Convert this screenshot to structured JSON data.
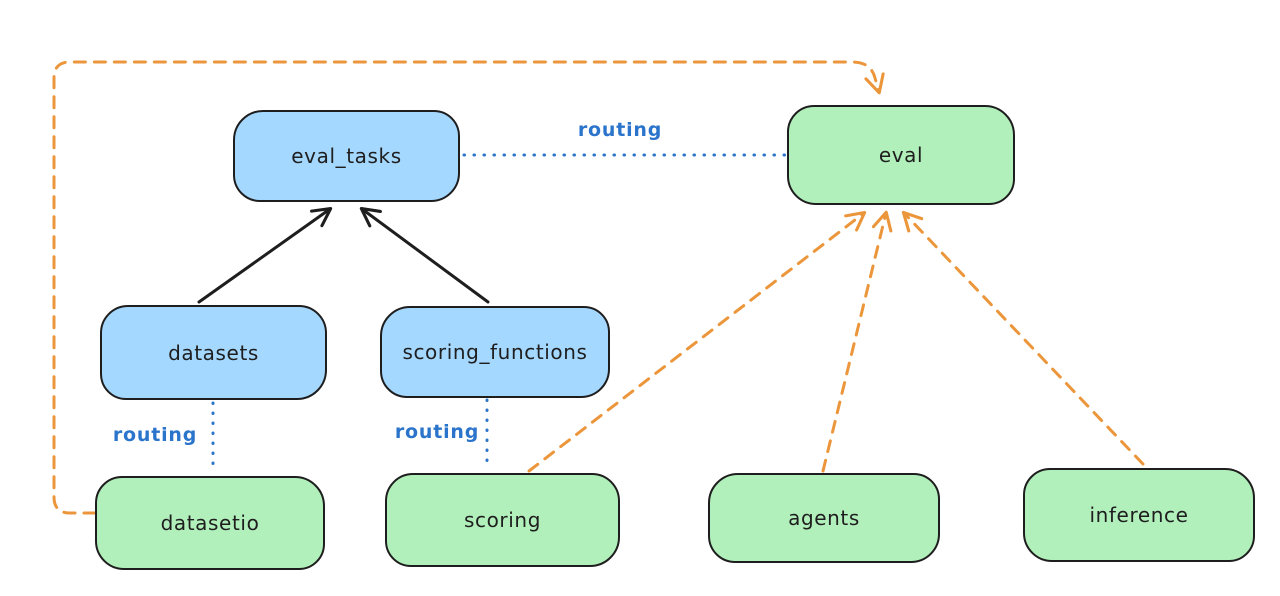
{
  "nodes": {
    "eval_tasks": {
      "label": "eval_tasks",
      "kind": "resource"
    },
    "eval": {
      "label": "eval",
      "kind": "provider"
    },
    "datasets": {
      "label": "datasets",
      "kind": "resource"
    },
    "scoring_functions": {
      "label": "scoring_functions",
      "kind": "resource"
    },
    "datasetio": {
      "label": "datasetio",
      "kind": "provider"
    },
    "scoring": {
      "label": "scoring",
      "kind": "provider"
    },
    "agents": {
      "label": "agents",
      "kind": "provider"
    },
    "inference": {
      "label": "inference",
      "kind": "provider"
    }
  },
  "edge_labels": {
    "routing": "routing"
  },
  "edges": [
    {
      "from": "datasets",
      "to": "eval_tasks",
      "style": "solid-arrow",
      "color": "black"
    },
    {
      "from": "scoring_functions",
      "to": "eval_tasks",
      "style": "solid-arrow",
      "color": "black"
    },
    {
      "from": "eval_tasks",
      "to": "eval",
      "style": "dotted-line",
      "color": "blue",
      "label": "routing"
    },
    {
      "from": "datasets",
      "to": "datasetio",
      "style": "dotted-line",
      "color": "blue",
      "label": "routing"
    },
    {
      "from": "scoring_functions",
      "to": "scoring",
      "style": "dotted-line",
      "color": "blue",
      "label": "routing"
    },
    {
      "from": "datasetio",
      "to": "eval",
      "style": "dashed-arrow",
      "color": "orange"
    },
    {
      "from": "scoring",
      "to": "eval",
      "style": "dashed-arrow",
      "color": "orange"
    },
    {
      "from": "agents",
      "to": "eval",
      "style": "dashed-arrow",
      "color": "orange"
    },
    {
      "from": "inference",
      "to": "eval",
      "style": "dashed-arrow",
      "color": "orange"
    }
  ],
  "colors": {
    "resource_fill": "#a5d8ff",
    "provider_fill": "#b2f0bb",
    "node_stroke": "#1e1e1e",
    "routing_blue": "#2b74cb",
    "provider_orange": "#ec963c",
    "background": "#ffffff"
  }
}
